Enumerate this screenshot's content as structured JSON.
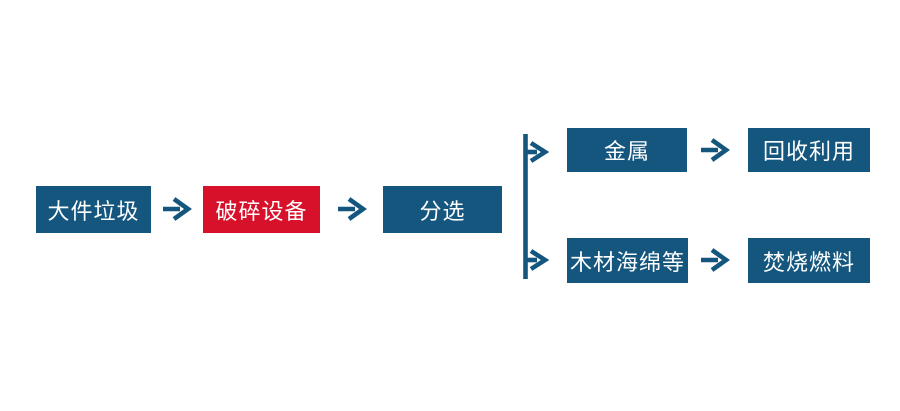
{
  "diagram": {
    "type": "flowchart",
    "direction": "left-to-right",
    "nodes": {
      "bulky_waste": {
        "label": "大件垃圾",
        "color": "#14567e"
      },
      "crushing_equipment": {
        "label": "破碎设备",
        "color": "#d8112b"
      },
      "sorting": {
        "label": "分选",
        "color": "#14567e"
      },
      "metal": {
        "label": "金属",
        "color": "#14567e"
      },
      "recycling": {
        "label": "回收利用",
        "color": "#14567e"
      },
      "wood_sponge": {
        "label": "木材海绵等",
        "color": "#14567e"
      },
      "incineration_fuel": {
        "label": "焚烧燃料",
        "color": "#14567e"
      }
    },
    "edges": [
      {
        "from": "bulky_waste",
        "to": "crushing_equipment"
      },
      {
        "from": "crushing_equipment",
        "to": "sorting"
      },
      {
        "from": "sorting",
        "to": "metal"
      },
      {
        "from": "sorting",
        "to": "wood_sponge"
      },
      {
        "from": "metal",
        "to": "recycling"
      },
      {
        "from": "wood_sponge",
        "to": "incineration_fuel"
      }
    ],
    "colors": {
      "node_blue": "#14567e",
      "node_red": "#d8112b",
      "arrow": "#14567e",
      "text": "#ffffff",
      "background": "#ffffff"
    }
  }
}
